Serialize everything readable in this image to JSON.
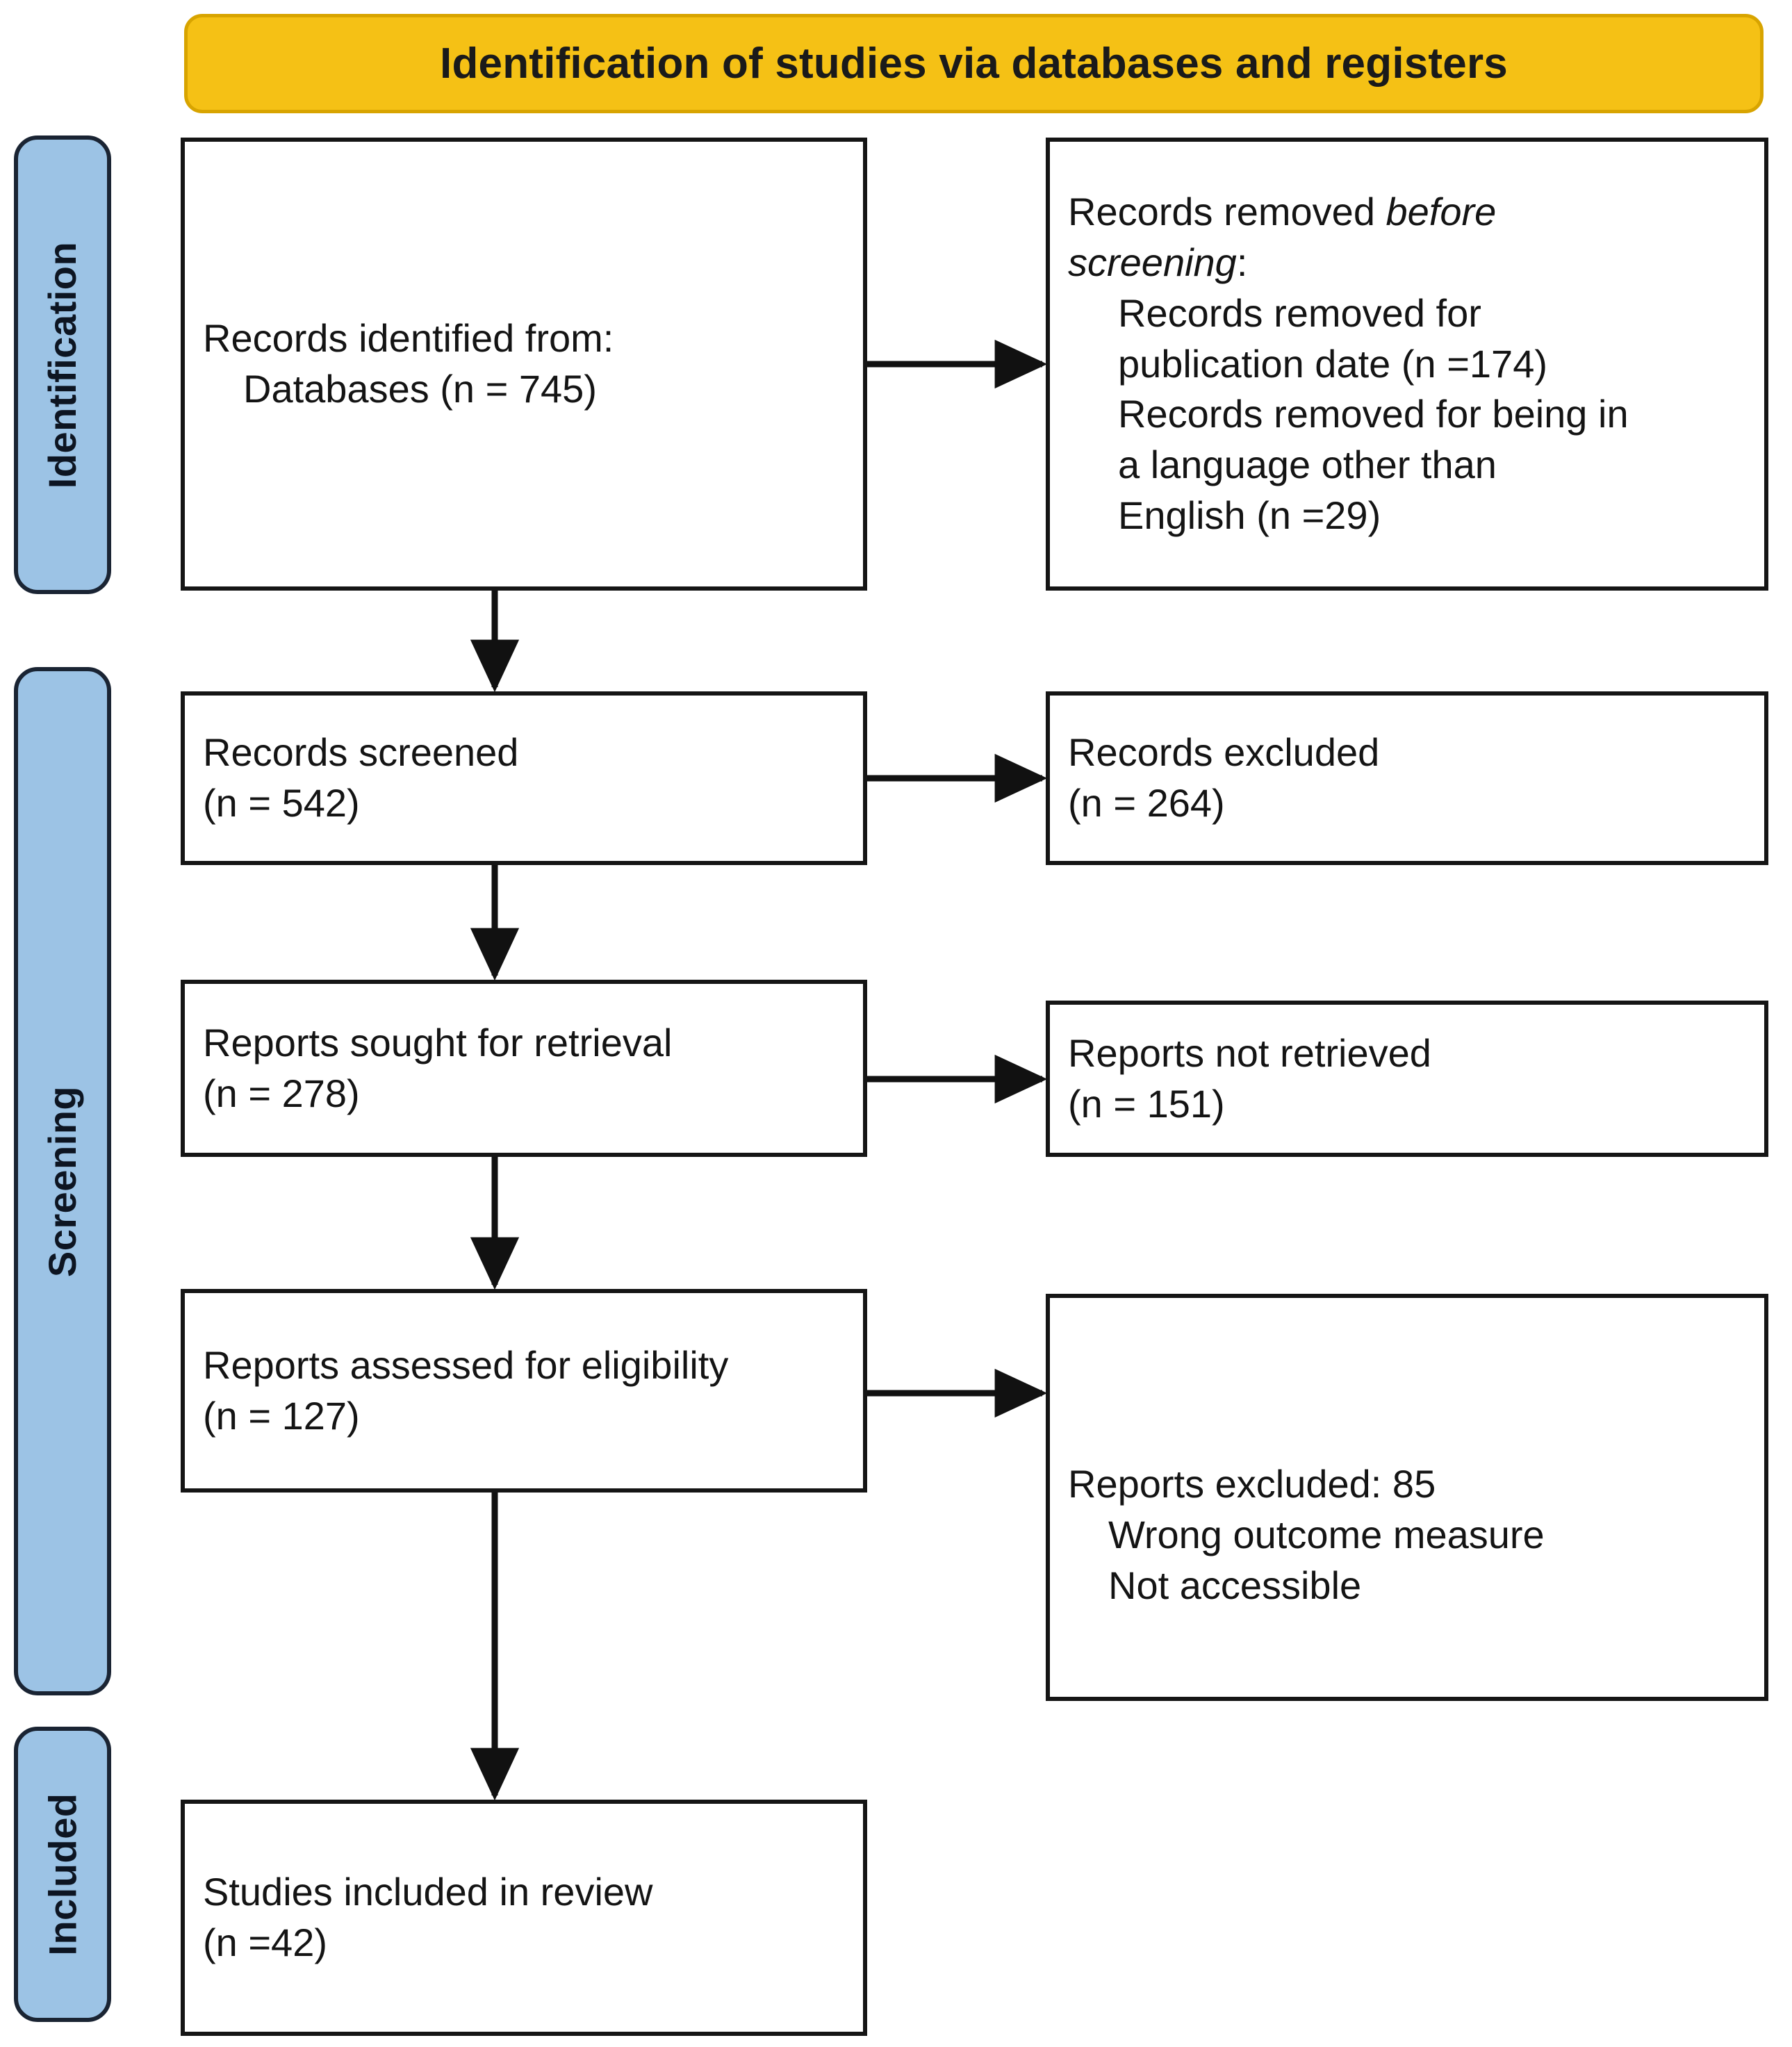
{
  "banner": {
    "title": "Identification of studies via databases and registers",
    "color": "#F5C115"
  },
  "phases": [
    {
      "id": "identification",
      "label": "Identification",
      "color": "#9CC3E5"
    },
    {
      "id": "screening",
      "label": "Screening",
      "color": "#9CC3E5"
    },
    {
      "id": "included",
      "label": "Included",
      "color": "#9CC3E5"
    }
  ],
  "boxes": {
    "records_identified": {
      "line1": "Records identified from:",
      "line2": "Databases (n = 745)"
    },
    "records_removed_before_screening": {
      "heading_plain": "Records removed ",
      "heading_italic_1": "before",
      "heading_italic_2": "screening",
      "heading_colon": ":",
      "line1": "Records removed for",
      "line2": "publication date (n =174)",
      "line3": "Records removed for being in",
      "line4": "a language other than",
      "line5": "English (n =29)"
    },
    "records_screened": {
      "line1": "Records screened",
      "line2": "(n = 542)"
    },
    "records_excluded": {
      "line1": "Records excluded",
      "line2": "(n = 264)"
    },
    "reports_sought": {
      "line1": "Reports sought for retrieval",
      "line2": "(n = 278)"
    },
    "reports_not_retrieved": {
      "line1": "Reports not retrieved",
      "line2": "(n = 151)"
    },
    "reports_assessed": {
      "line1": "Reports assessed for eligibility",
      "line2": "(n = 127)"
    },
    "reports_excluded": {
      "line1": "Reports excluded: 85",
      "line2": "Wrong outcome measure",
      "line3": "Not accessible"
    },
    "studies_included": {
      "line1": "Studies included in review",
      "line2": "(n =42)"
    }
  },
  "chart_data": {
    "type": "diagram",
    "title": "Identification of studies via databases and registers",
    "diagram_kind": "PRISMA 2020 flow diagram",
    "phases": [
      "Identification",
      "Screening",
      "Included"
    ],
    "nodes": [
      {
        "id": "records_identified",
        "phase": "Identification",
        "column": "left",
        "label": "Records identified from: Databases",
        "n": 745
      },
      {
        "id": "records_removed_before_screening",
        "phase": "Identification",
        "column": "right",
        "label": "Records removed before screening",
        "items": [
          {
            "label": "Records removed for publication date",
            "n": 174
          },
          {
            "label": "Records removed for being in a language other than English",
            "n": 29
          }
        ]
      },
      {
        "id": "records_screened",
        "phase": "Screening",
        "column": "left",
        "label": "Records screened",
        "n": 542
      },
      {
        "id": "records_excluded",
        "phase": "Screening",
        "column": "right",
        "label": "Records excluded",
        "n": 264
      },
      {
        "id": "reports_sought",
        "phase": "Screening",
        "column": "left",
        "label": "Reports sought for retrieval",
        "n": 278
      },
      {
        "id": "reports_not_retrieved",
        "phase": "Screening",
        "column": "right",
        "label": "Reports not retrieved",
        "n": 151
      },
      {
        "id": "reports_assessed",
        "phase": "Screening",
        "column": "left",
        "label": "Reports assessed for eligibility",
        "n": 127
      },
      {
        "id": "reports_excluded",
        "phase": "Screening",
        "column": "right",
        "label": "Reports excluded",
        "n": 85,
        "reasons": [
          "Wrong outcome measure",
          "Not accessible"
        ]
      },
      {
        "id": "studies_included",
        "phase": "Included",
        "column": "left",
        "label": "Studies included in review",
        "n": 42
      }
    ],
    "edges": [
      {
        "from": "records_identified",
        "to": "records_removed_before_screening",
        "direction": "right"
      },
      {
        "from": "records_identified",
        "to": "records_screened",
        "direction": "down"
      },
      {
        "from": "records_screened",
        "to": "records_excluded",
        "direction": "right"
      },
      {
        "from": "records_screened",
        "to": "reports_sought",
        "direction": "down"
      },
      {
        "from": "reports_sought",
        "to": "reports_not_retrieved",
        "direction": "right"
      },
      {
        "from": "reports_sought",
        "to": "reports_assessed",
        "direction": "down"
      },
      {
        "from": "reports_assessed",
        "to": "reports_excluded",
        "direction": "right"
      },
      {
        "from": "reports_assessed",
        "to": "studies_included",
        "direction": "down"
      }
    ]
  }
}
